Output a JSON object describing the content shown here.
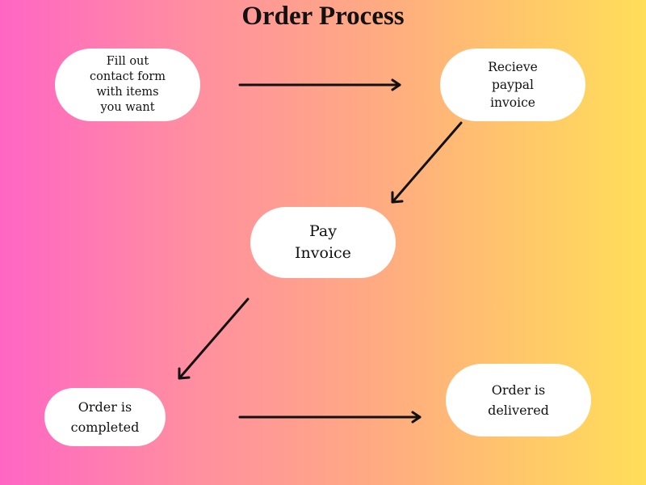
{
  "title": "Order Process",
  "steps": [
    {
      "id": "fill-form",
      "label": "Fill out\ncontact form\nwith items\nyou want"
    },
    {
      "id": "receive-invoice",
      "label": "Recieve\npaypal\ninvoice"
    },
    {
      "id": "pay-invoice",
      "label": "Pay\nInvoice"
    },
    {
      "id": "order-completed",
      "label": "Order is\ncompleted"
    },
    {
      "id": "order-delivered",
      "label": "Order is\ndelivered"
    }
  ],
  "connections": [
    {
      "from": "fill-form",
      "to": "receive-invoice"
    },
    {
      "from": "receive-invoice",
      "to": "pay-invoice"
    },
    {
      "from": "pay-invoice",
      "to": "order-completed"
    },
    {
      "from": "order-completed",
      "to": "order-delivered"
    }
  ],
  "colors": {
    "gradient_start": "#ff66c4",
    "gradient_end": "#ffde59",
    "node_fill": "#ffffff",
    "arrow": "#111111"
  }
}
